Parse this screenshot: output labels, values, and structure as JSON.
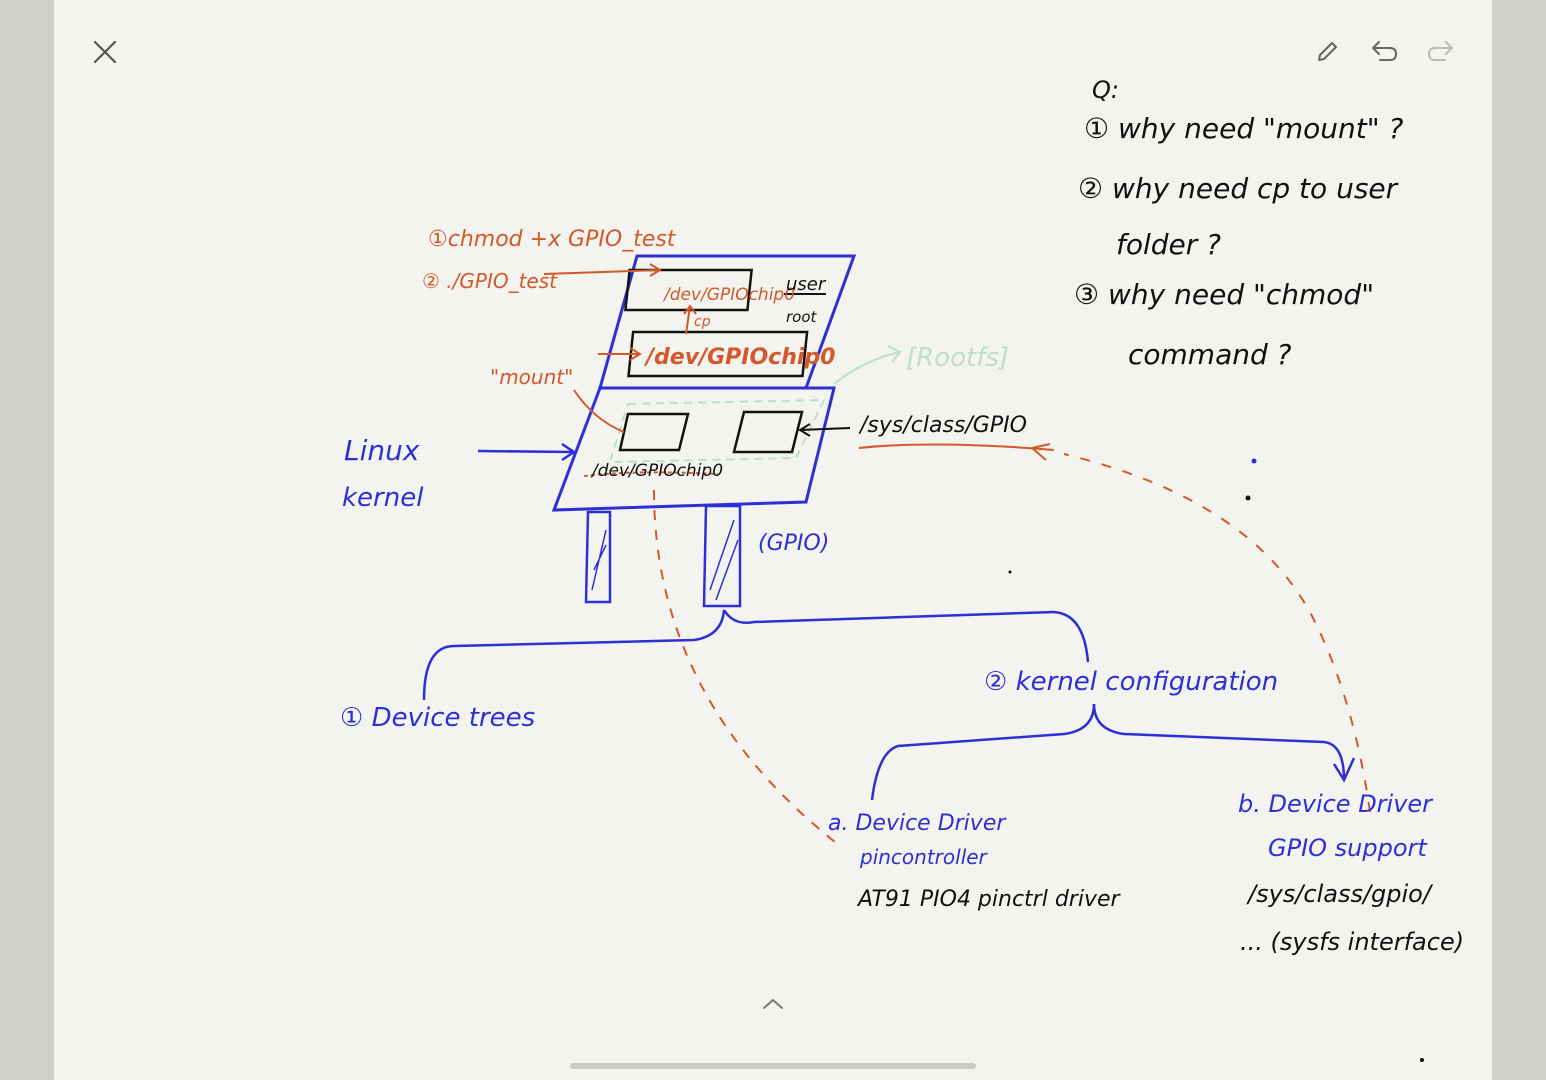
{
  "toolbar": {
    "close_icon": "close-icon",
    "pen_icon": "pencil-icon",
    "undo_icon": "undo-icon",
    "redo_icon": "redo-icon",
    "expand_icon": "chevron-up-icon"
  },
  "colors": {
    "ink_blue": "#2f2fd6",
    "ink_orange": "#d4582a",
    "ink_black": "#111111",
    "ink_green": "#bfdccc",
    "paper": "#f3f3ef"
  },
  "notes": {
    "questions": {
      "heading": "Q:",
      "q1": "① why need \"mount\" ?",
      "q2_line1": "② why need cp to user",
      "q2_line2": "folder ?",
      "q3_line1": "③ why need \"chmod\"",
      "q3_line2": "command ?"
    },
    "orange": {
      "step1": "①chmod +x GPIO_test",
      "step2": "② ./GPIO_test",
      "mount": "\"mount\"",
      "cp": "cp",
      "user_chip": "/dev/GPIOchip0",
      "root_chip": "/dev/GPIOchip0"
    },
    "black": {
      "user": "user",
      "root": "root",
      "sys_path": "/sys/class/GPIO",
      "dev_path": "/dev/GPIOchip0",
      "gpio": "(GPIO)"
    },
    "green": {
      "rootfs": "[Rootfs]"
    },
    "blue": {
      "linux": "Linux",
      "kernel": "kernel",
      "device_trees": "① Device trees",
      "kernel_config": "② kernel configuration",
      "a_line1": "a. Device Driver",
      "a_line2": "pincontroller",
      "b_line1": "b. Device Driver",
      "b_line2": "GPIO support",
      "b_line3": "/sys/class/gpio/",
      "b_line4": "... (sysfs interface)"
    },
    "black_bottom": {
      "at91": "AT91 PIO4 pinctrl driver"
    }
  }
}
